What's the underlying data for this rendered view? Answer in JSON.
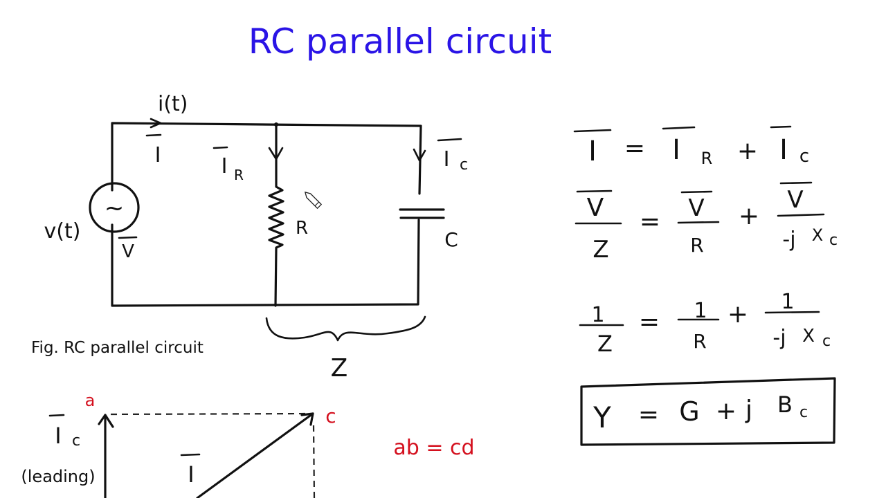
{
  "title": "RC parallel circuit",
  "colors": {
    "title": "#2a14e6",
    "ink": "#111111",
    "annotation": "#d4101e",
    "background": "#ffffff"
  },
  "circuit": {
    "current_label": "i(t)",
    "phasor_current_label": "I",
    "source_label": "v(t)",
    "source_phasor_label": "V",
    "source_symbol": "~",
    "resistor_current_label": "I",
    "resistor_current_sub": "R",
    "resistor_label": "R",
    "capacitor_current_label": "I",
    "capacitor_current_sub": "c",
    "capacitor_label": "C",
    "impedance_label": "Z",
    "caption": "Fig. RC parallel circuit"
  },
  "equations": {
    "eq1": {
      "lhs": "I",
      "eq": "=",
      "t1": "I",
      "t1_sub": "R",
      "plus": "+",
      "t2": "I",
      "t2_sub": "c"
    },
    "eq2": {
      "lhs_num": "V",
      "lhs_den": "Z",
      "eq": "=",
      "t1_num": "V",
      "t1_den": "R",
      "plus": "+",
      "t2_num": "V",
      "t2_den": "-j",
      "t2_den_x": "X",
      "t2_den_sub": "c"
    },
    "eq3": {
      "lhs_num": "1",
      "lhs_den": "Z",
      "eq": "=",
      "t1_num": "1",
      "t1_den": "R",
      "plus": "+",
      "t2_num": "1",
      "t2_den": "-j",
      "t2_den_x": "X",
      "t2_den_sub": "c"
    },
    "boxed": {
      "lhs": "Y",
      "eq": "=",
      "g": "G",
      "plus": "+",
      "j": "j",
      "b": "B",
      "b_sub": "c"
    }
  },
  "phasor": {
    "ic_label": "I",
    "ic_sub": "c",
    "ic_note": "(leading)",
    "i_label": "I",
    "point_a": "a",
    "point_c": "c",
    "relation": "ab = cd"
  }
}
